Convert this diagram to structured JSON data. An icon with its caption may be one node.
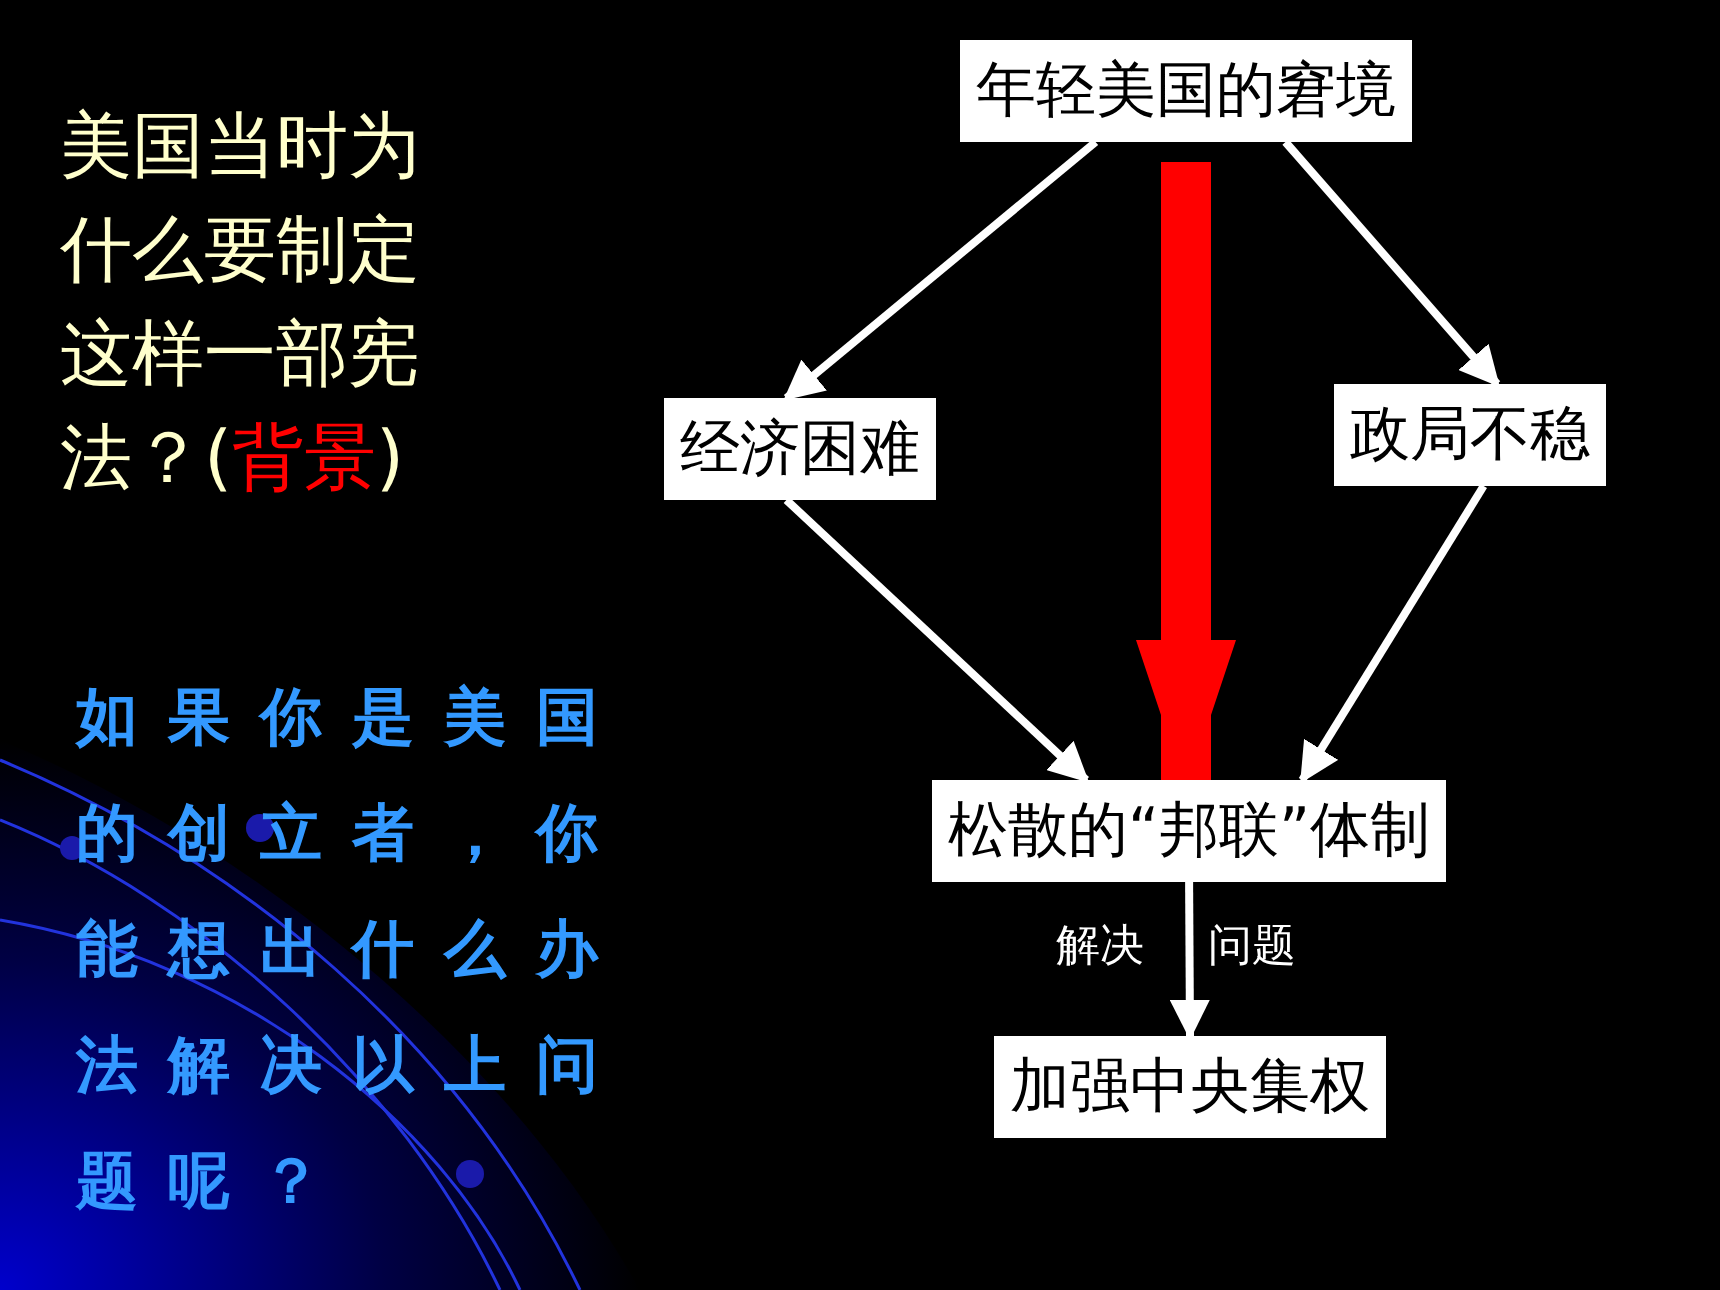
{
  "diagram": {
    "nodes": [
      {
        "text": [
          "年轻美国的窘境"
        ]
      },
      {
        "text": [
          "经济困难"
        ]
      },
      {
        "text": [
          "政局不稳"
        ]
      },
      {
        "text": [
          "松散的“邦联”体制"
        ]
      },
      {
        "text": [
          "加强中央集权"
        ]
      }
    ],
    "edges": [
      {
        "from": 0,
        "to": 1,
        "arrow": "to"
      },
      {
        "from": 0,
        "to": 2,
        "arrow": "to"
      },
      {
        "from": 1,
        "to": 3,
        "arrow": "to"
      },
      {
        "from": 2,
        "to": 3,
        "arrow": "to"
      },
      {
        "from": 0,
        "to": 3,
        "arrow": "to",
        "style": "thick",
        "color": "#ff0000"
      },
      {
        "from": 3,
        "to": 4,
        "arrow": "to"
      }
    ],
    "labels": [
      "美国当时为什么要制定这样一部宪法？(**背景**)",
      "如果你是美国的创立者，你能想出什么办法解决以上问题呢？",
      "解决",
      "问题"
    ]
  }
}
